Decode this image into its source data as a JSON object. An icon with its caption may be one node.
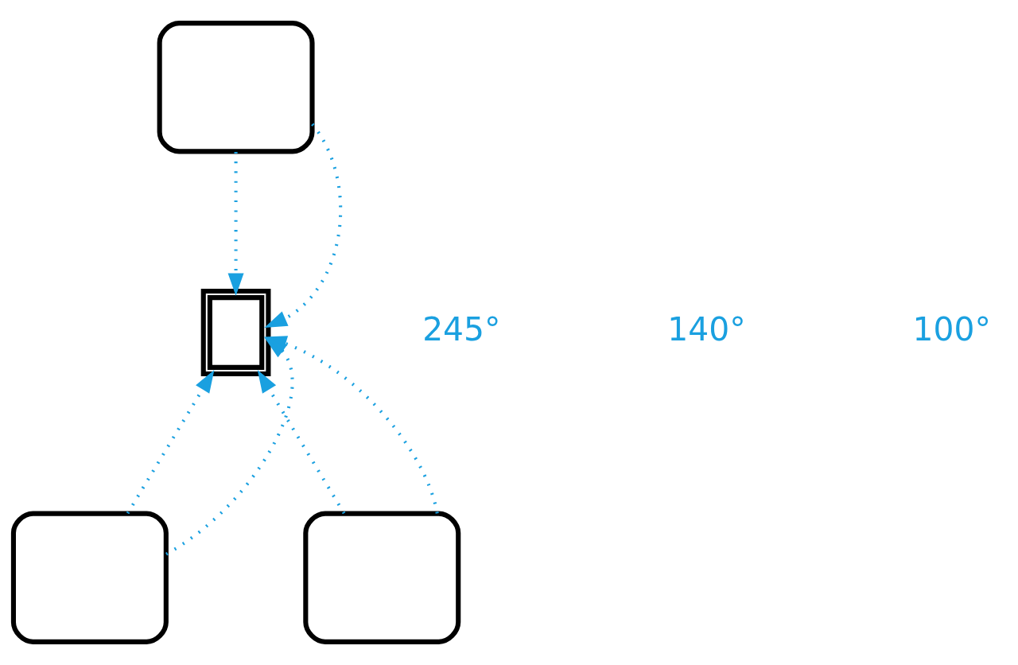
{
  "diagram": {
    "nodes": [
      {
        "text": [],
        "shape": "box"
      },
      {
        "text": [],
        "shape": "box"
      },
      {
        "text": [],
        "shape": "box"
      },
      {
        "text": [],
        "shape": "box"
      }
    ],
    "edges": [
      {
        "from": 0,
        "to": 1,
        "arrow": "to"
      },
      {
        "from": 0,
        "to": 1,
        "arrow": "to"
      },
      {
        "from": 2,
        "to": 1,
        "arrow": "to"
      },
      {
        "from": 2,
        "to": 1,
        "arrow": "to"
      },
      {
        "from": 3,
        "to": 1,
        "arrow": "to"
      },
      {
        "from": 3,
        "to": 1,
        "arrow": "to"
      }
    ],
    "labels": [
      "245°",
      "140°",
      "100°"
    ]
  }
}
